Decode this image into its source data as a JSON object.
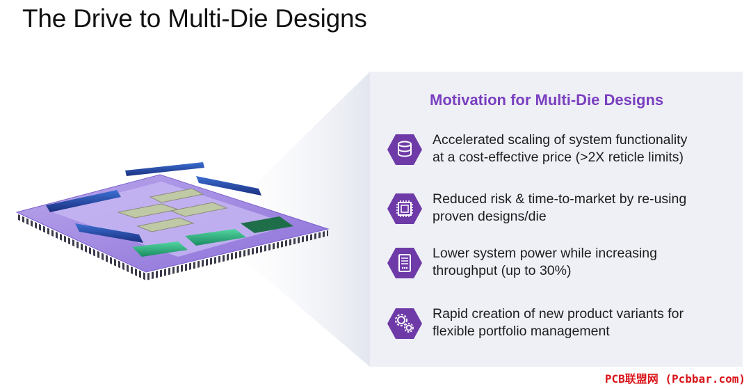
{
  "title": "The Drive to Multi-Die Designs",
  "panel": {
    "heading": "Motivation for Multi-Die Designs",
    "items": [
      {
        "icon": "database-icon",
        "line1": "Accelerated scaling of system functionality",
        "line2": "at a cost-effective price (>2X reticle limits)"
      },
      {
        "icon": "chip-icon",
        "line1": "Reduced risk & time-to-market by re-using",
        "line2": "proven designs/die"
      },
      {
        "icon": "server-icon",
        "line1": "Lower system power while increasing",
        "line2": "throughput (up to 30%)"
      },
      {
        "icon": "gears-icon",
        "line1": "Rapid creation of new product variants for",
        "line2": "flexible portfolio management"
      }
    ]
  },
  "colors": {
    "accent": "#7a3fbf",
    "hex_fill": "#6e3aa8",
    "panel_bg": "#eef0f6",
    "watermark": "#d8141a"
  },
  "watermark": "PCB联盟网 (Pcbbar.com)"
}
